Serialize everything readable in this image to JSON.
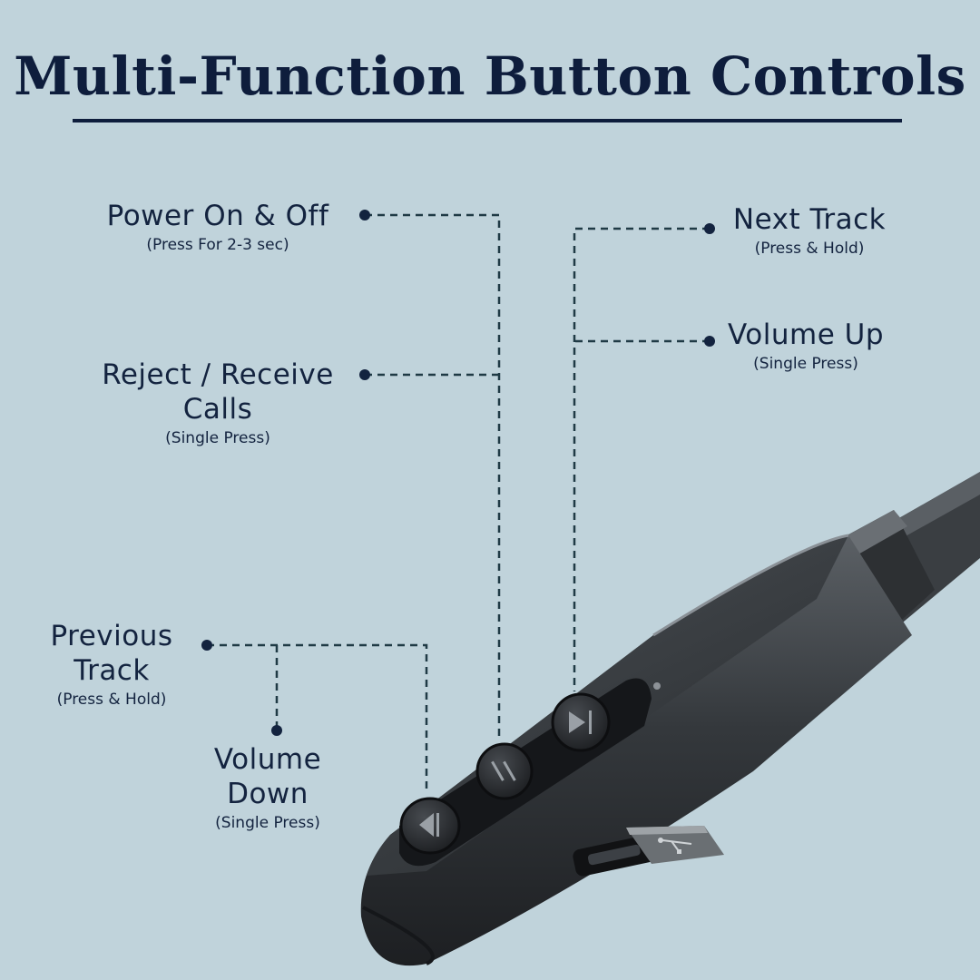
{
  "title": "Multi-Function Button Controls",
  "labels": {
    "power": {
      "main": "Power On & Off",
      "sub": "(Press For 2-3 sec)"
    },
    "reject": {
      "line1": "Reject / Receive",
      "line2": "Calls",
      "sub": "(Single Press)"
    },
    "previous": {
      "line1": "Previous",
      "line2": "Track",
      "sub": "(Press & Hold)"
    },
    "volume_down": {
      "line1": "Volume",
      "line2": "Down",
      "sub": "(Single Press)"
    },
    "next": {
      "main": "Next Track",
      "sub": "(Press & Hold)"
    },
    "volume_up": {
      "main": "Volume Up",
      "sub": "(Single Press)"
    }
  },
  "colors": {
    "background": "#c0d3db",
    "ink": "#0e1d3c",
    "leader": "#1f3a45",
    "device": "#2b2e31"
  },
  "icons": [
    "previous-track-icon",
    "pause-icon",
    "next-track-icon",
    "usb-icon"
  ]
}
